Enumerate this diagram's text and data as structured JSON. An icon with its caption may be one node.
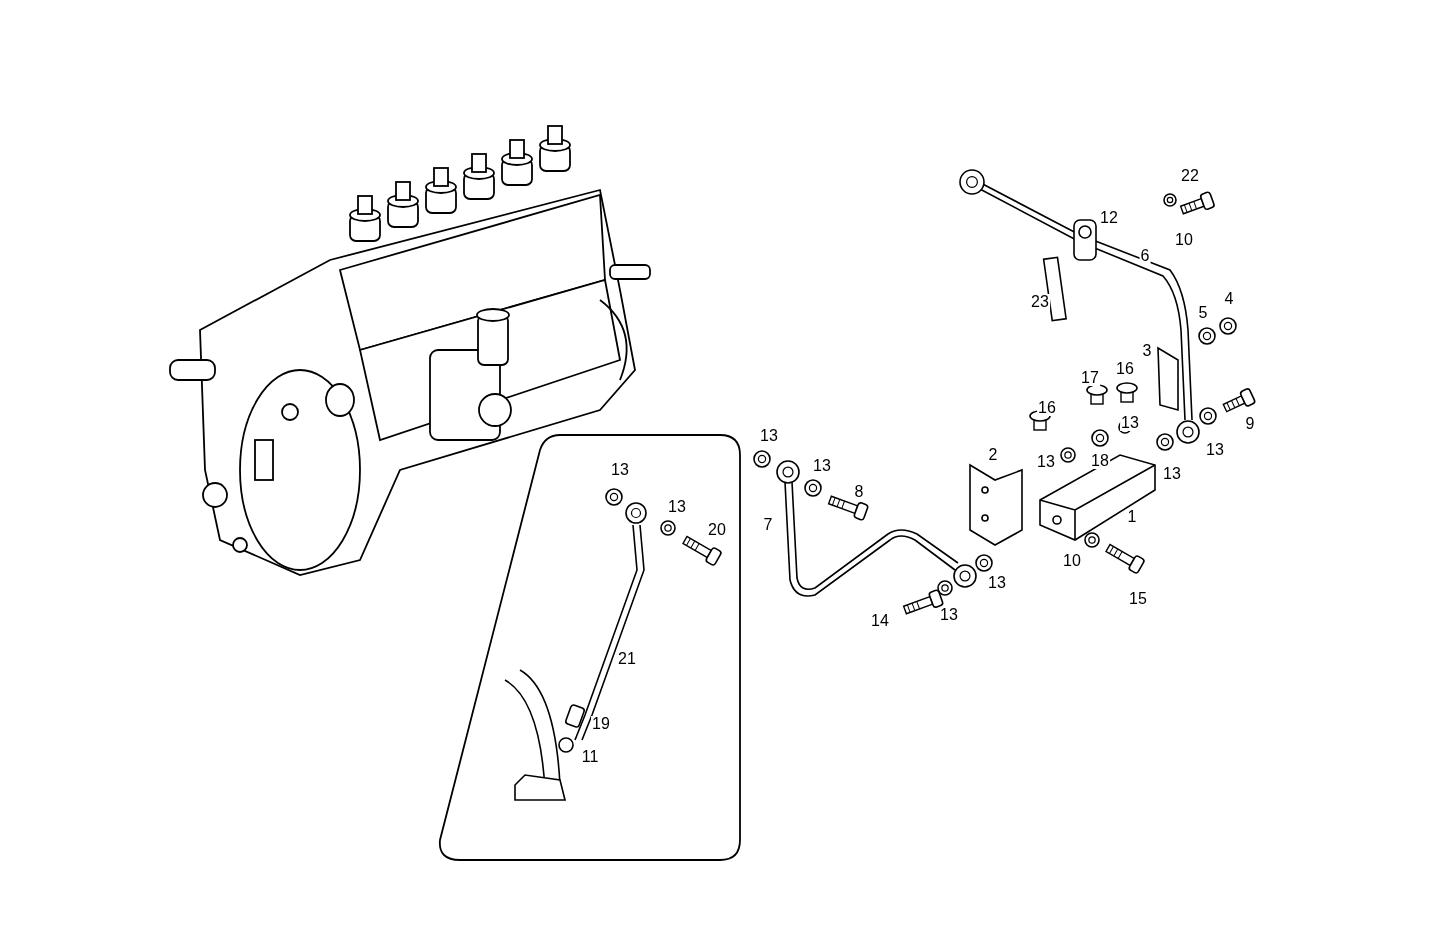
{
  "diagram": {
    "labels": [
      "22",
      "12",
      "10",
      "6",
      "23",
      "5",
      "4",
      "3",
      "17",
      "16",
      "16",
      "13",
      "9",
      "13",
      "13",
      "13",
      "2",
      "13",
      "18",
      "13",
      "13",
      "8",
      "13",
      "20",
      "7",
      "1",
      "10",
      "14",
      "13",
      "13",
      "15",
      "21",
      "19",
      "11"
    ]
  }
}
